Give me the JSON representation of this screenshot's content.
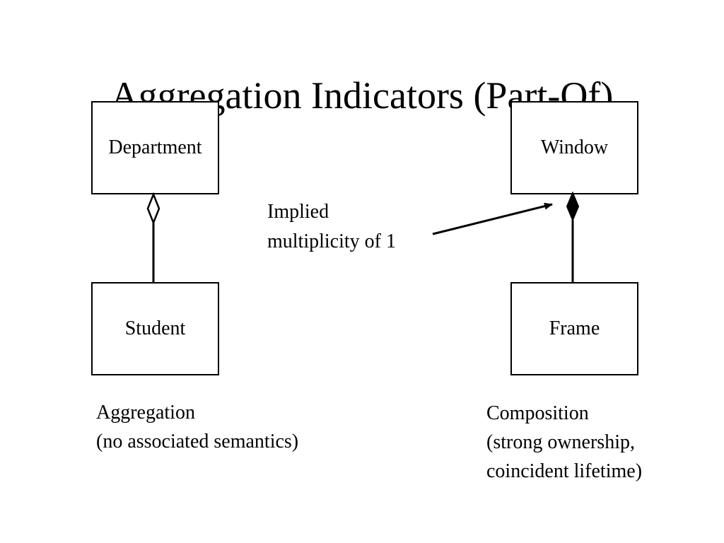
{
  "title": "Aggregation Indicators (Part-Of)",
  "classes": {
    "department": "Department",
    "student": "Student",
    "window": "Window",
    "frame": "Frame"
  },
  "note": {
    "line1": "Implied",
    "line2": "multiplicity of 1"
  },
  "captions": {
    "aggregation": {
      "line1": "Aggregation",
      "line2": "(no associated semantics)"
    },
    "composition": {
      "line1": "Composition",
      "line2": "(strong ownership,",
      "line3": "coincident lifetime)"
    }
  },
  "relationships": [
    {
      "whole": "Department",
      "part": "Student",
      "kind": "aggregation",
      "marker": "hollow-diamond"
    },
    {
      "whole": "Window",
      "part": "Frame",
      "kind": "composition",
      "marker": "filled-diamond"
    }
  ],
  "colors": {
    "background": "#ffffff",
    "ink": "#000000"
  }
}
